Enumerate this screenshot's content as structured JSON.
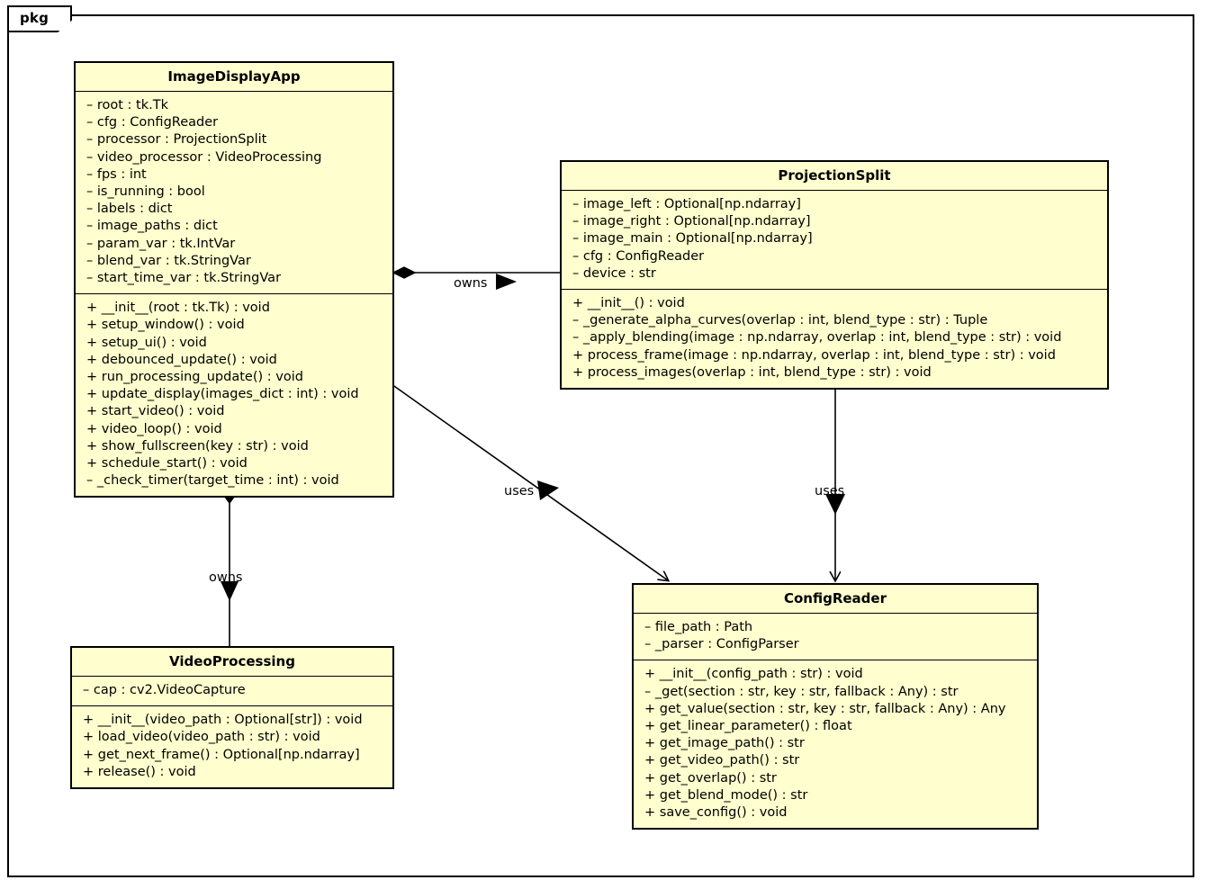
{
  "diagram": {
    "type": "uml-class-diagram",
    "frame_label": "pkg",
    "background_color": "#ffffff",
    "class_fill_color": "#FEFECE",
    "class_border_color": "#000000"
  },
  "classes": [
    {
      "id": "image-display-app",
      "name": "ImageDisplayApp",
      "attributes": [
        "– root : tk.Tk",
        "– cfg : ConfigReader",
        "– processor : ProjectionSplit",
        "– video_processor : VideoProcessing",
        "– fps : int",
        "– is_running : bool",
        "– labels : dict",
        "– image_paths : dict",
        "– param_var : tk.IntVar",
        "– blend_var : tk.StringVar",
        "– start_time_var : tk.StringVar"
      ],
      "methods": [
        "+ __init__(root : tk.Tk) : void",
        "+ setup_window() : void",
        "+ setup_ui() : void",
        "+ debounced_update() : void",
        "+ run_processing_update() : void",
        "+ update_display(images_dict : int) : void",
        "+ start_video() : void",
        "+ video_loop() : void",
        "+ show_fullscreen(key : str) : void",
        "+ schedule_start() : void",
        "– _check_timer(target_time : int) : void"
      ]
    },
    {
      "id": "projection-split",
      "name": "ProjectionSplit",
      "attributes": [
        "– image_left : Optional[np.ndarray]",
        "– image_right : Optional[np.ndarray]",
        "– image_main : Optional[np.ndarray]",
        "– cfg : ConfigReader",
        "– device : str"
      ],
      "methods": [
        "+ __init__() : void",
        "– _generate_alpha_curves(overlap : int, blend_type : str) : Tuple",
        "– _apply_blending(image : np.ndarray, overlap : int, blend_type : str) : void",
        "+ process_frame(image : np.ndarray, overlap : int, blend_type : str) : void",
        "+ process_images(overlap : int, blend_type : str) : void"
      ]
    },
    {
      "id": "video-processing",
      "name": "VideoProcessing",
      "attributes": [
        "– cap : cv2.VideoCapture"
      ],
      "methods": [
        "+ __init__(video_path : Optional[str]) : void",
        "+ load_video(video_path : str) : void",
        "+ get_next_frame() : Optional[np.ndarray]",
        "+ release() : void"
      ]
    },
    {
      "id": "config-reader",
      "name": "ConfigReader",
      "attributes": [
        "– file_path : Path",
        "– _parser : ConfigParser"
      ],
      "methods": [
        "+ __init__(config_path : str) : void",
        "– _get(section : str, key : str, fallback : Any) : str",
        "+ get_value(section : str, key : str, fallback : Any) : Any",
        "+ get_linear_parameter() : float",
        "+ get_image_path() : str",
        "+ get_video_path() : str",
        "+ get_overlap() : str",
        "+ get_blend_mode() : str",
        "+ save_config() : void"
      ]
    }
  ],
  "relationships": [
    {
      "id": "owns-projection-split",
      "label": "owns",
      "from": "ImageDisplayApp",
      "to": "ProjectionSplit",
      "kind": "composition"
    },
    {
      "id": "owns-video-processing",
      "label": "owns",
      "from": "ImageDisplayApp",
      "to": "VideoProcessing",
      "kind": "composition"
    },
    {
      "id": "uses-config-reader-app",
      "label": "uses",
      "from": "ImageDisplayApp",
      "to": "ConfigReader",
      "kind": "dependency"
    },
    {
      "id": "uses-config-reader-split",
      "label": "uses",
      "from": "ProjectionSplit",
      "to": "ConfigReader",
      "kind": "dependency"
    }
  ]
}
